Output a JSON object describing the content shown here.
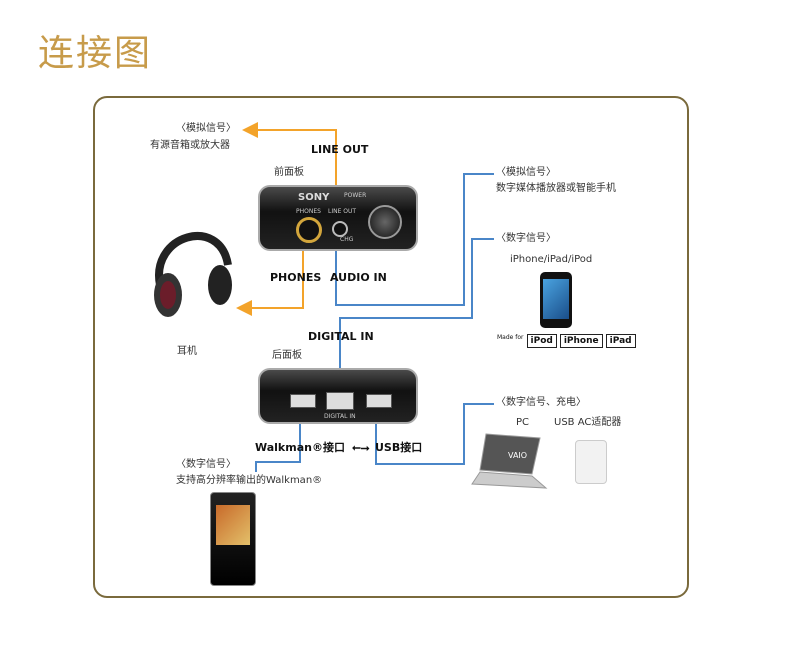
{
  "page_title": "连接图",
  "front_panel": {
    "title": "前面板",
    "brand": "SONY",
    "power_label": "POWER",
    "phones_small": "PHONES",
    "line_out_small": "LINE OUT",
    "chg_label": "CHG"
  },
  "rear_panel": {
    "title": "后面板",
    "digital_in_small": "DIGITAL IN"
  },
  "labels": {
    "line_out": "LINE OUT",
    "phones": "PHONES",
    "audio_in": "AUDIO IN",
    "digital_in": "DIGITAL IN",
    "walkman_port": "Walkman®接口",
    "usb_port": "USB接口",
    "usb_symbol": "⭠⭢"
  },
  "annotations": {
    "analog_out_tag": "〈模拟信号〉",
    "analog_out_desc": "有源音箱或放大器",
    "analog_in_tag": "〈模拟信号〉",
    "analog_in_desc": "数字媒体播放器或智能手机",
    "digital_in_tag": "〈数字信号〉",
    "iphone_caption": "iPhone/iPad/iPod",
    "headphones_caption": "耳机",
    "walkman_tag": "〈数字信号〉",
    "walkman_desc": "支持高分辨率输出的Walkman®",
    "usb_tag": "〈数字信号、充电〉",
    "pc_caption": "PC",
    "adapter_caption": "USB AC适配器"
  },
  "badges": {
    "made_for": "Made for",
    "ipod": "iPod",
    "iphone": "iPhone",
    "ipad": "iPad"
  },
  "pc_logo": "VAIO",
  "colors": {
    "title": "#c79b4a",
    "orange_wire": "#f3a32a",
    "blue_wire": "#4a86c8",
    "frame": "#7a6a3c"
  }
}
